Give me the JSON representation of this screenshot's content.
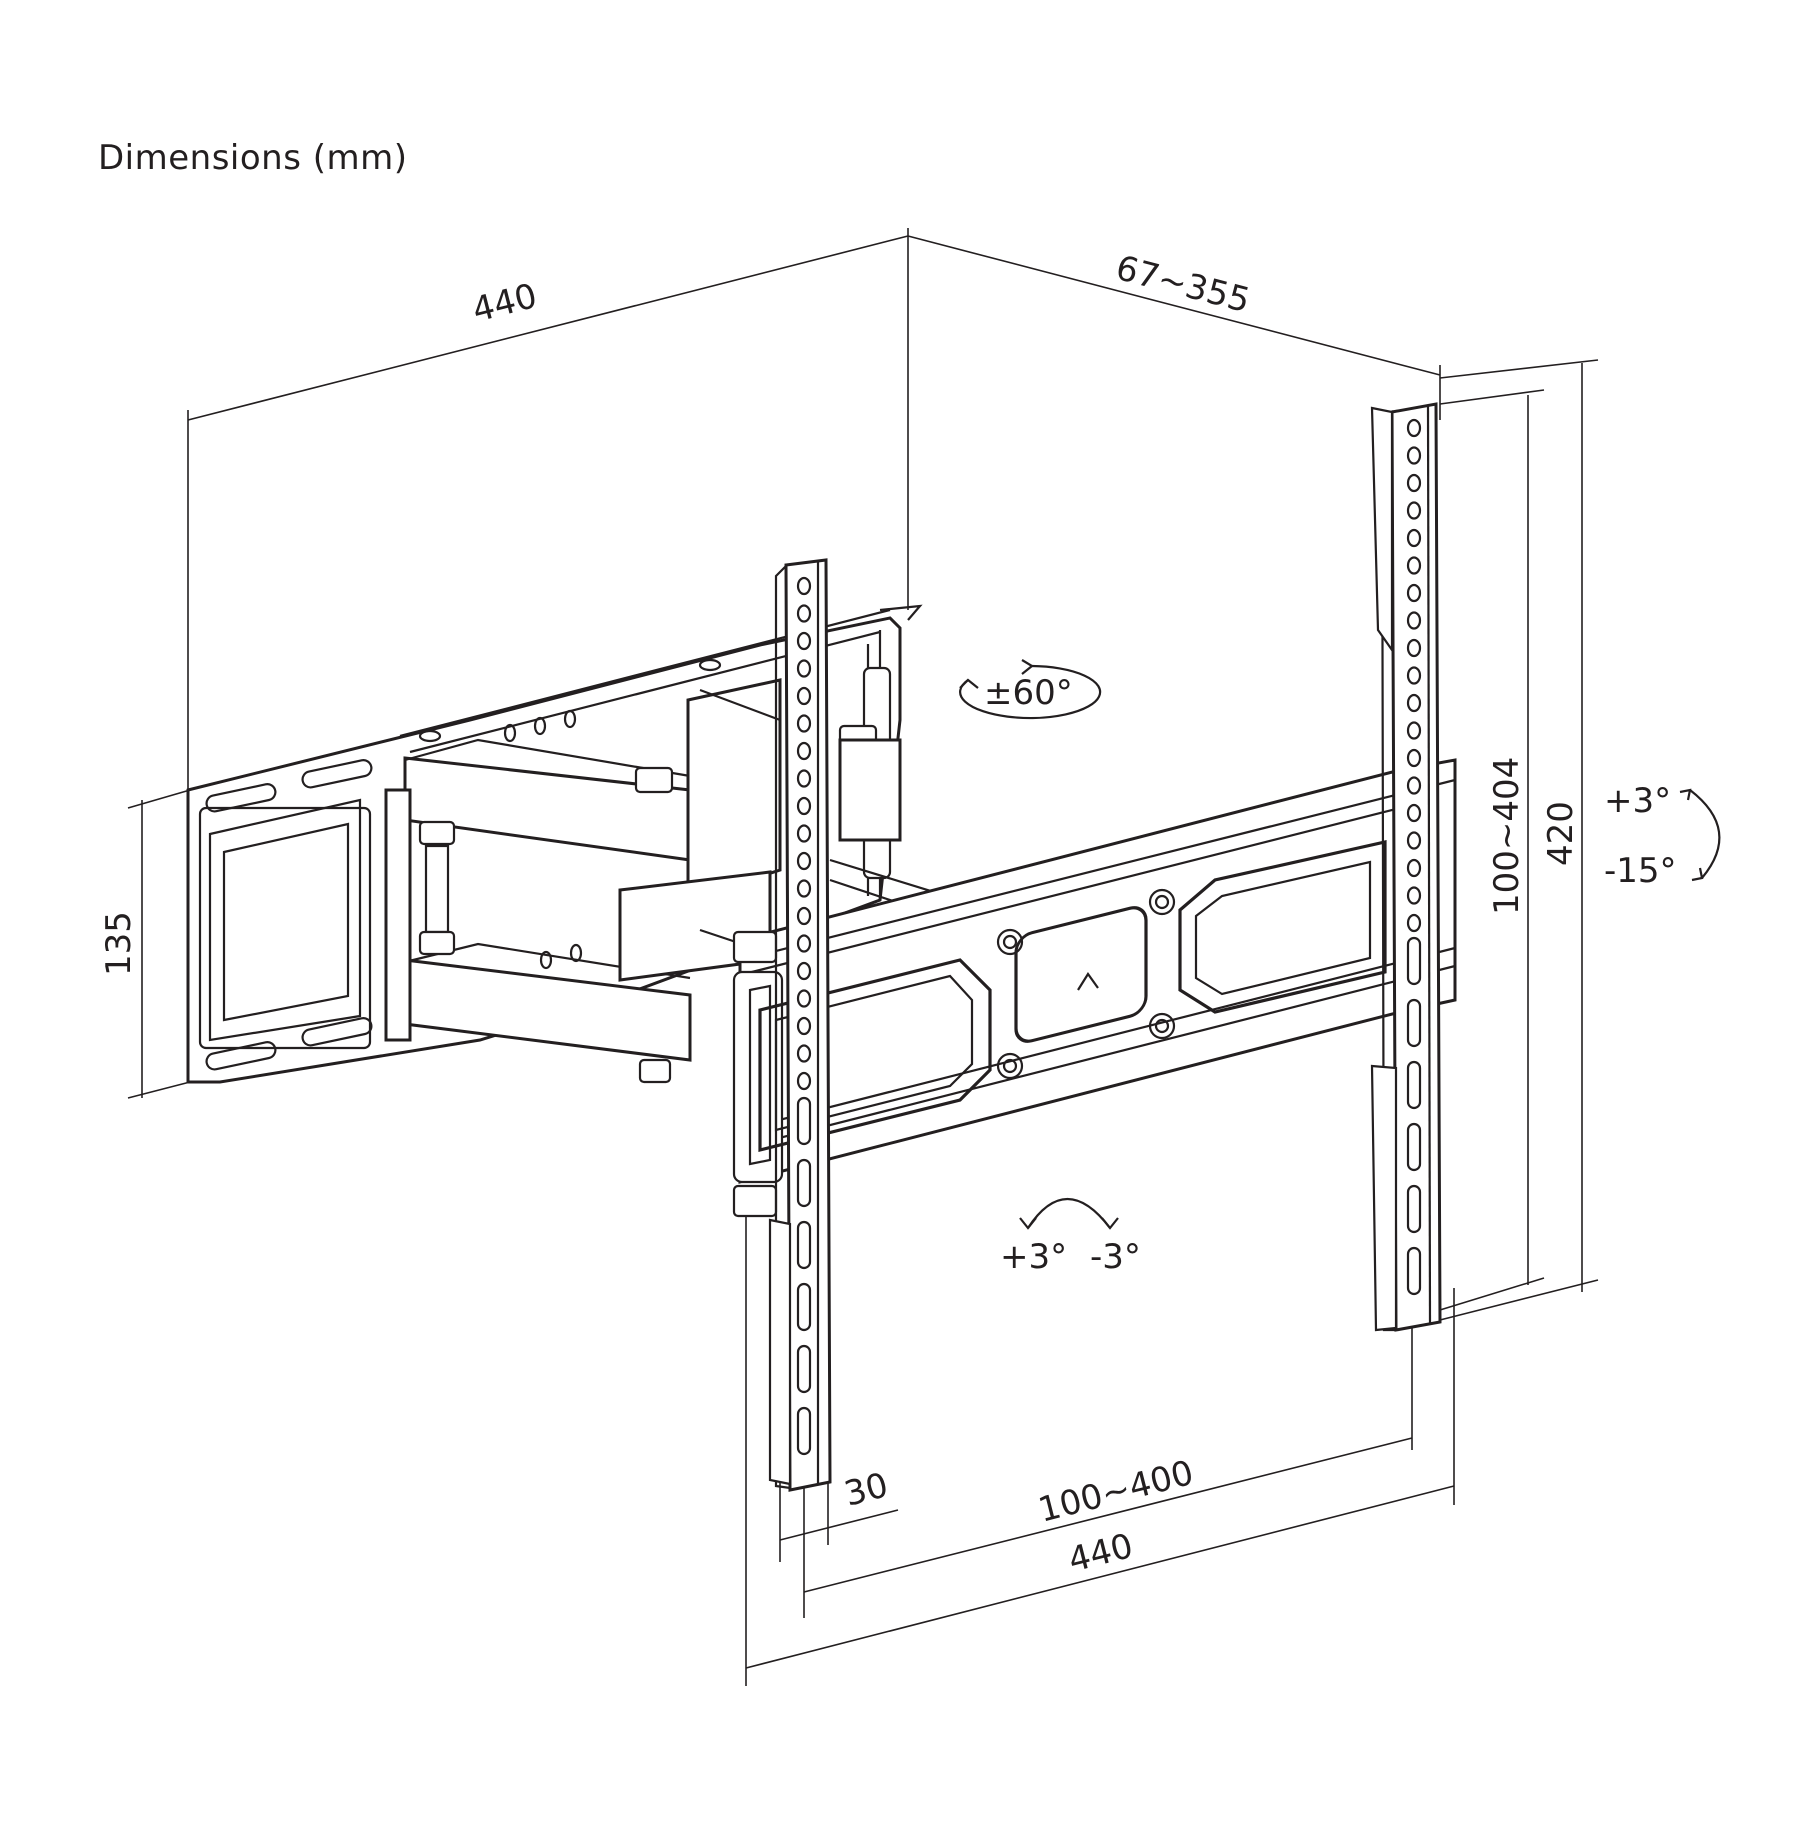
{
  "diagram": {
    "title": "Dimensions (mm)",
    "dimensions": {
      "wall_plate_width": "440",
      "extension": "67~355",
      "wall_plate_height": "135",
      "swivel": "±60°",
      "vesa_vertical": "100~404",
      "plate_height": "420",
      "tilt_up": "+3°",
      "tilt_down": "-15°",
      "level_left": "+3°",
      "level_right": "-3°",
      "offset": "30",
      "vesa_horizontal": "100~400",
      "tv_bracket_width": "440"
    }
  }
}
